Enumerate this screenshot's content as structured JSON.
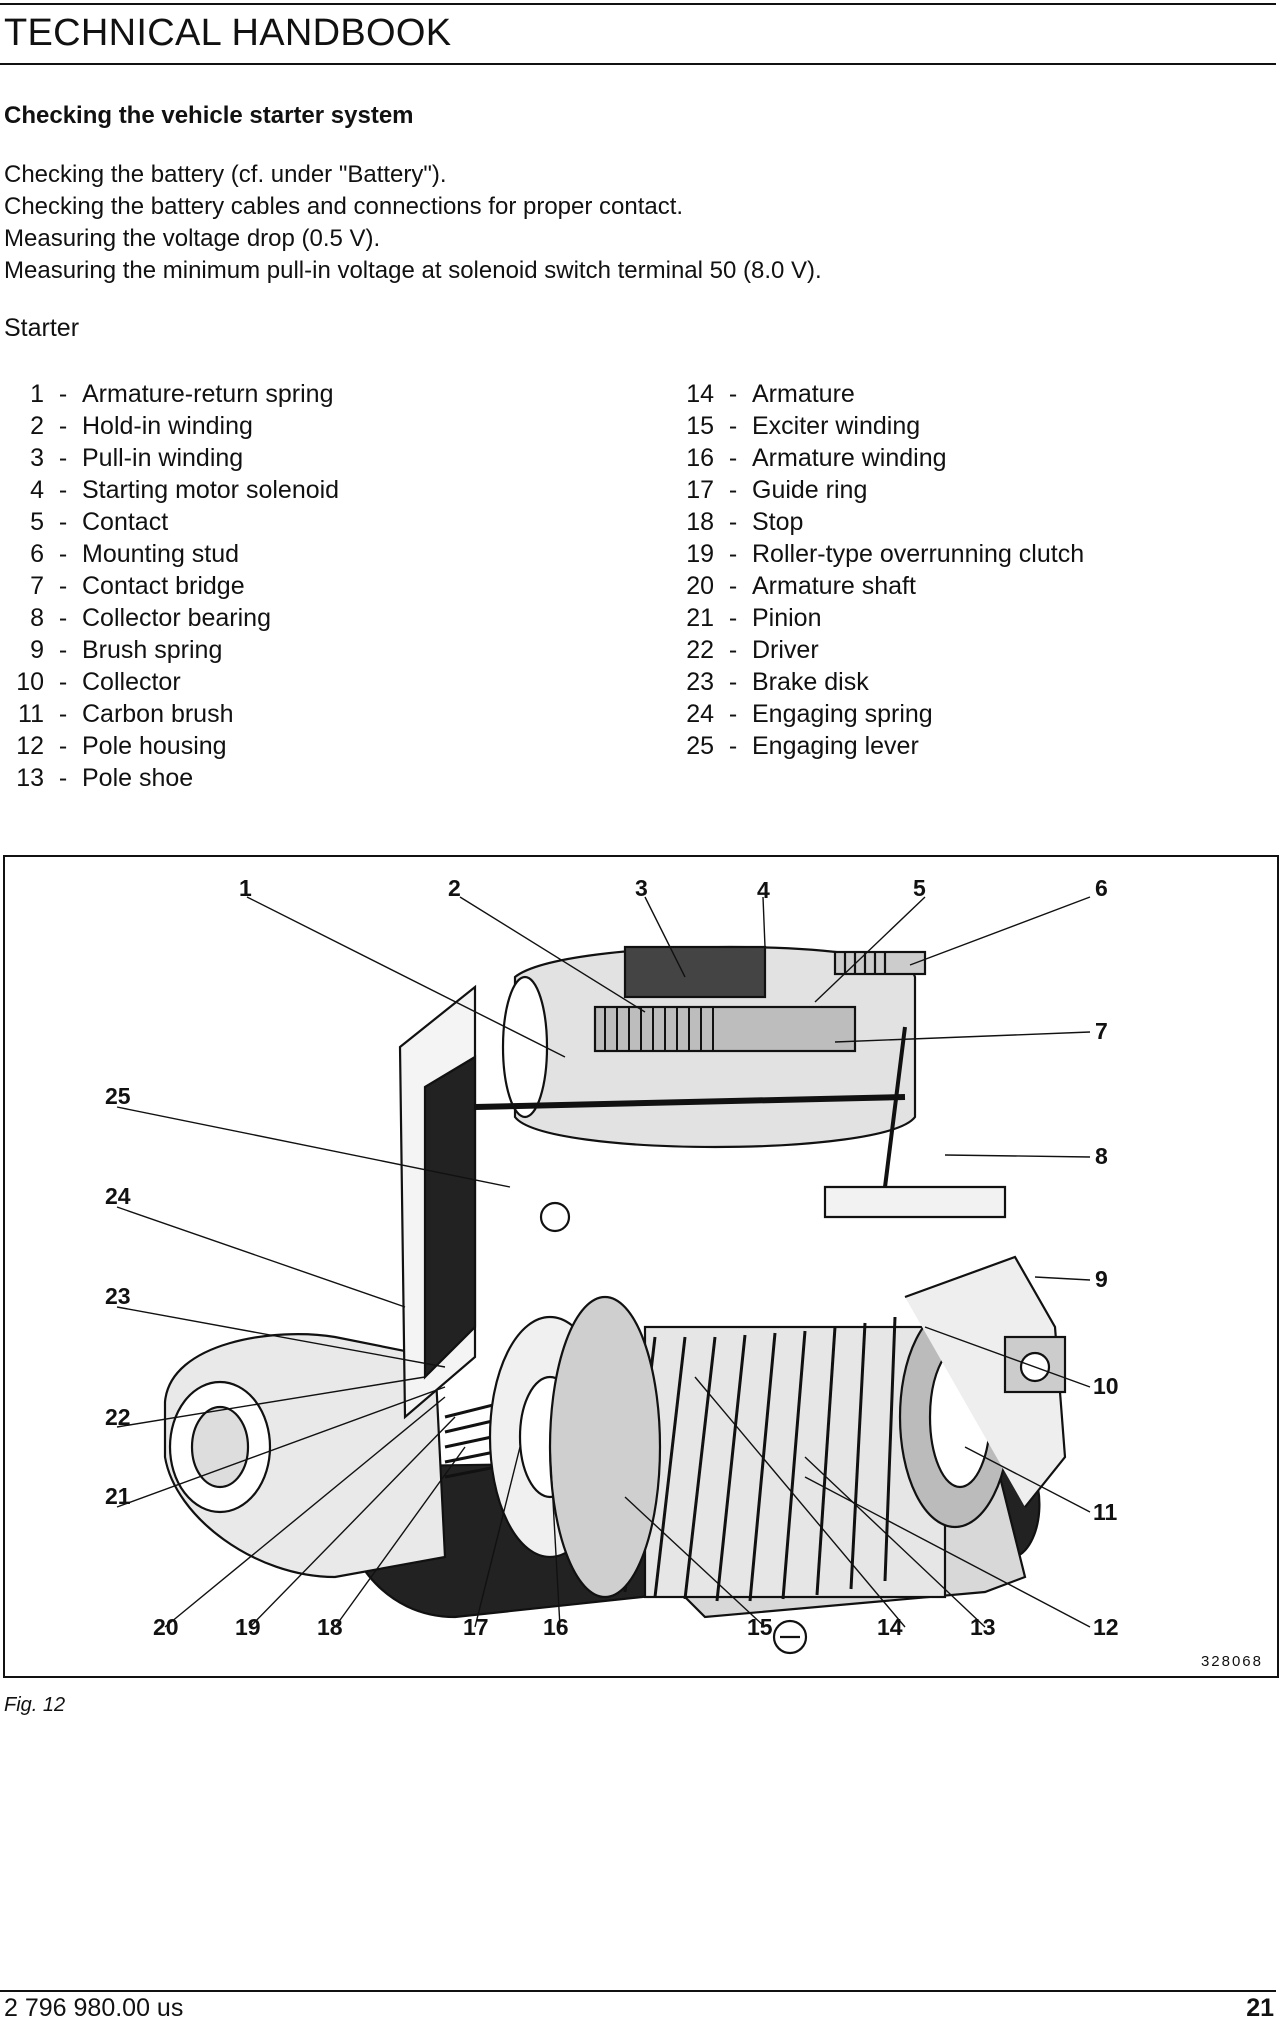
{
  "header": {
    "title": "TECHNICAL HANDBOOK"
  },
  "section": {
    "title": "Checking the vehicle starter system",
    "steps": [
      "Checking the battery (cf. under \"Battery\").",
      "Checking the battery cables and connections for proper contact.",
      "Measuring the voltage drop (0.5 V).",
      "Measuring the minimum pull-in voltage at solenoid switch terminal 50 (8.0 V)."
    ]
  },
  "starter": {
    "title": "Starter",
    "dash": "-",
    "legend_left": [
      {
        "num": "1",
        "label": "Armature-return spring"
      },
      {
        "num": "2",
        "label": "Hold-in winding"
      },
      {
        "num": "3",
        "label": "Pull-in winding"
      },
      {
        "num": "4",
        "label": "Starting motor solenoid"
      },
      {
        "num": "5",
        "label": "Contact"
      },
      {
        "num": "6",
        "label": "Mounting stud"
      },
      {
        "num": "7",
        "label": "Contact bridge"
      },
      {
        "num": "8",
        "label": "Collector bearing"
      },
      {
        "num": "9",
        "label": "Brush spring"
      },
      {
        "num": "10",
        "label": "Collector"
      },
      {
        "num": "11",
        "label": "Carbon brush"
      },
      {
        "num": "12",
        "label": "Pole housing"
      },
      {
        "num": "13",
        "label": "Pole shoe"
      }
    ],
    "legend_right": [
      {
        "num": "14",
        "label": "Armature"
      },
      {
        "num": "15",
        "label": "Exciter winding"
      },
      {
        "num": "16",
        "label": "Armature winding"
      },
      {
        "num": "17",
        "label": "Guide ring"
      },
      {
        "num": "18",
        "label": "Stop"
      },
      {
        "num": "19",
        "label": "Roller-type overrunning clutch"
      },
      {
        "num": "20",
        "label": "Armature shaft"
      },
      {
        "num": "21",
        "label": "Pinion"
      },
      {
        "num": "22",
        "label": "Driver"
      },
      {
        "num": "23",
        "label": "Brake disk"
      },
      {
        "num": "24",
        "label": "Engaging spring"
      },
      {
        "num": "25",
        "label": "Engaging lever"
      }
    ]
  },
  "figure": {
    "numbers": {
      "n1": "1",
      "n2": "2",
      "n3": "3",
      "n4": "4",
      "n5": "5",
      "n6": "6",
      "n7": "7",
      "n8": "8",
      "n9": "9",
      "n10": "10",
      "n11": "11",
      "n12": "12",
      "n13": "13",
      "n14": "14",
      "n15": "15",
      "n16": "16",
      "n17": "17",
      "n18": "18",
      "n19": "19",
      "n20": "20",
      "n21": "21",
      "n22": "22",
      "n23": "23",
      "n24": "24",
      "n25": "25"
    },
    "ref_code": "328068",
    "caption": "Fig. 12"
  },
  "footer": {
    "doc_number": "2 796 980.00 us",
    "page_number": "21"
  }
}
